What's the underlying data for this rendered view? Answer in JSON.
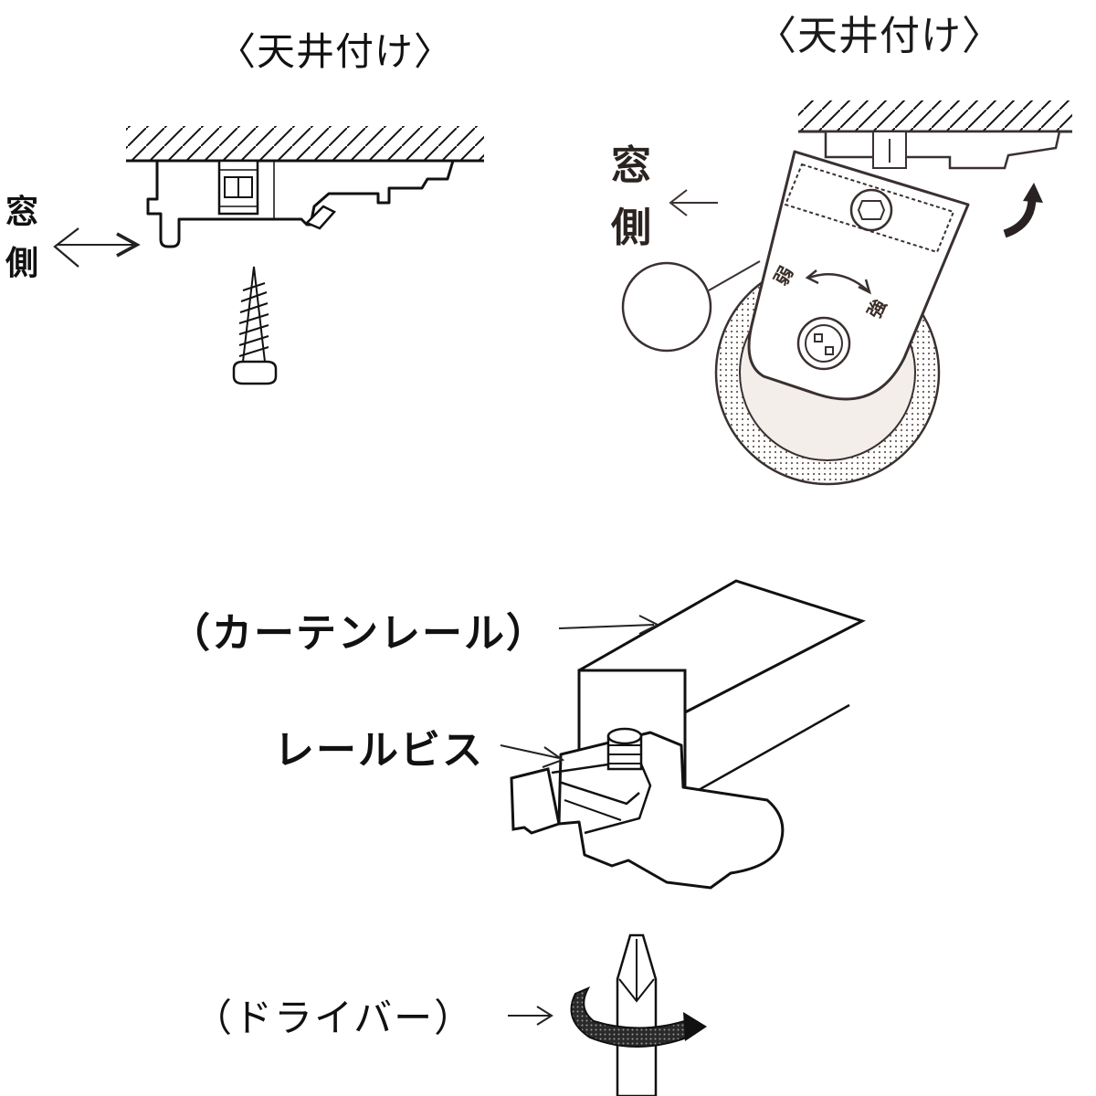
{
  "panels": {
    "top_left": {
      "title": "〈天井付け〉",
      "window_side": [
        "窓",
        "側"
      ]
    },
    "top_right": {
      "title": "〈天井付け〉",
      "window_side": [
        "窓",
        "側"
      ],
      "dial": {
        "weak": "弱",
        "strong": "強"
      }
    },
    "bottom": {
      "curtain_rail_label": "（カーテンレール）",
      "rail_screw_label": "レールビス",
      "driver_label": "（ドライバー）"
    }
  }
}
